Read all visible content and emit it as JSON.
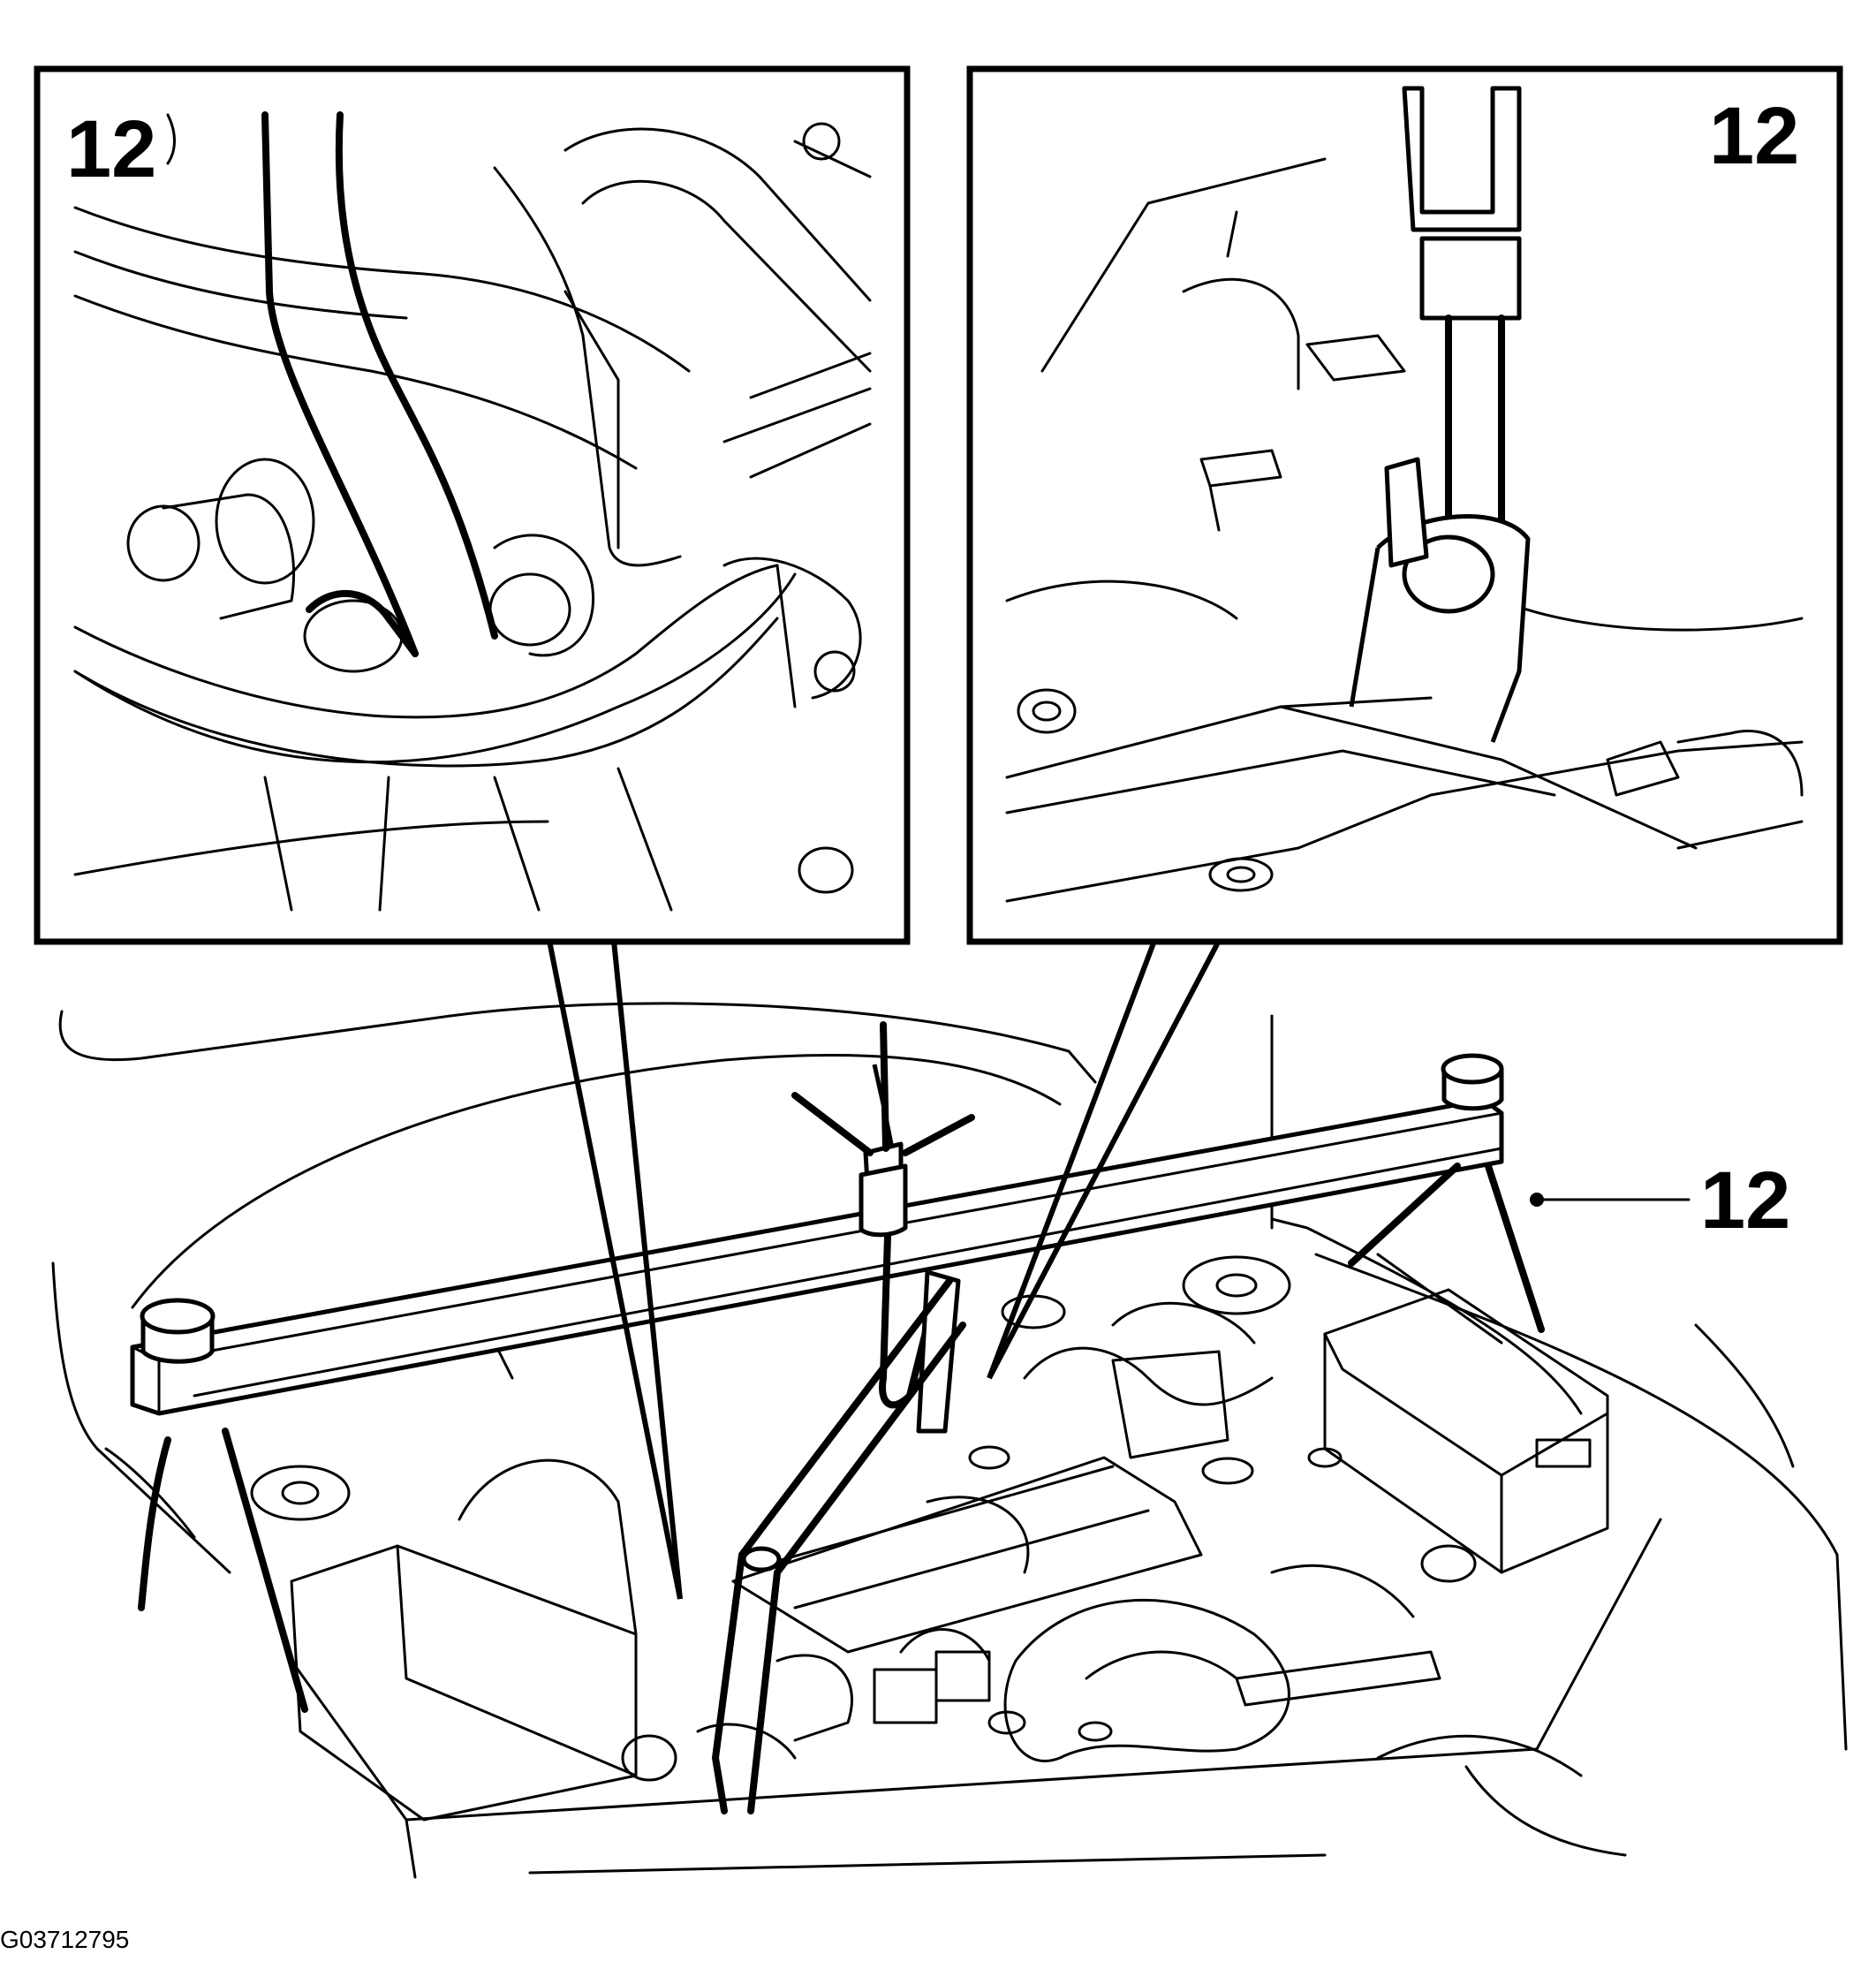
{
  "callouts": {
    "inset_left": "12",
    "inset_right": "12",
    "main_tool": "12"
  },
  "figure_code": "G03712795",
  "colors": {
    "ink": "#000000",
    "paper": "#ffffff"
  }
}
